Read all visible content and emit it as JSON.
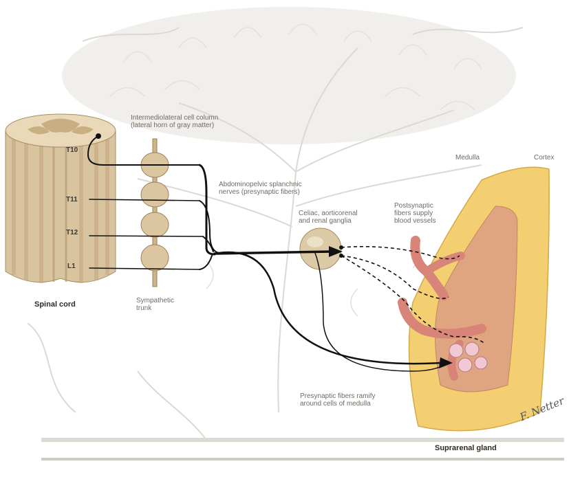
{
  "labels": {
    "intermediolateral": [
      "Intermediolateral cell column",
      "(lateral horn of gray matter)"
    ],
    "t10": "T10",
    "t11": "T11",
    "t12": "T12",
    "l1": "L1",
    "spinal_cord": "Spinal cord",
    "sympathetic_trunk": [
      "Sympathetic",
      "trunk"
    ],
    "splanchnic": [
      "Abdominopelvic splanchnic",
      "nerves (presynaptic fibers)"
    ],
    "ganglia": [
      "Celiac, aorticorenal",
      "and renal ganglia"
    ],
    "postsynaptic": [
      "Postsynaptic",
      "fibers supply",
      "blood vessels"
    ],
    "medulla": "Medulla",
    "cortex": "Cortex",
    "presynaptic": [
      "Presynaptic fibers ramify",
      "around cells of medulla"
    ],
    "suprarenal_gland": "Suprarenal gland",
    "signature": "F. Netter"
  },
  "colors": {
    "background_tree": "#d9d6d0",
    "cord_tan": "#d9c4a0",
    "cord_dark": "#b89a72",
    "ganglion_tan": "#dccaa8",
    "cortex_yellow": "#f3cf72",
    "medulla_orange": "#dfa580",
    "vessel_red": "#d98479",
    "nerve_black": "#111111"
  }
}
